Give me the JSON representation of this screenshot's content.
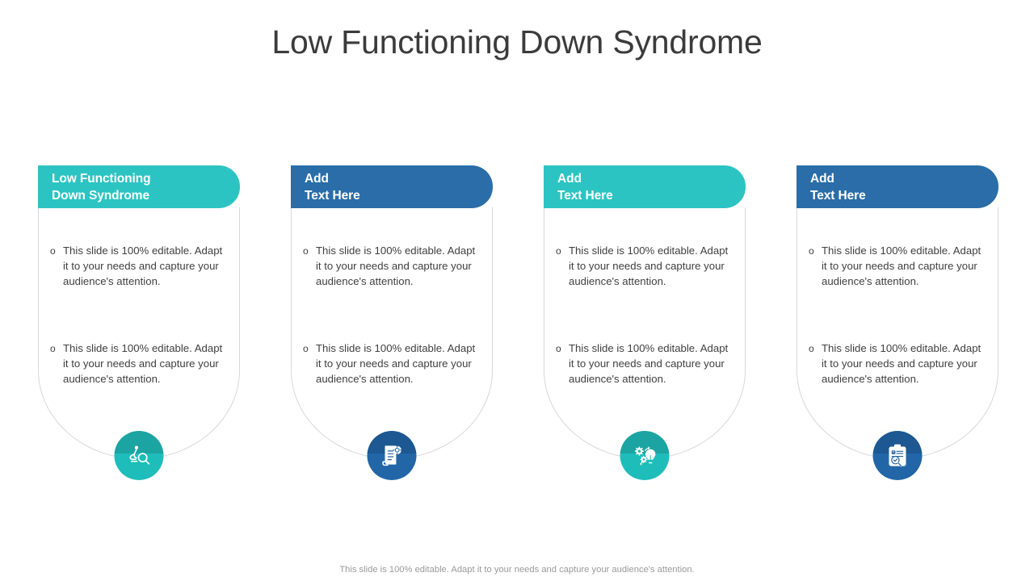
{
  "slide": {
    "title": "Low Functioning Down Syndrome",
    "footer_note": "This slide is 100% editable. Adapt it to your needs and capture your audience's attention.",
    "bullet_marker": "o"
  },
  "palette": {
    "teal": "#2CC4C2",
    "blue": "#2A6DA8",
    "icon_teal": "#1FBDBA",
    "icon_blue": "#2266A8",
    "title_color": "#3b3b3b",
    "body_text": "#404040",
    "footer_color": "#9a9a9a",
    "card_border": "#d8d8d8"
  },
  "cards": [
    {
      "header_line1": "Low Functioning",
      "header_line2": "Down Syndrome",
      "color": "#2CC4C2",
      "icon_color": "#1FBDBA",
      "icon_name": "research-microscope-magnifier-icon",
      "bullets": [
        "This slide is 100% editable. Adapt it to your needs and capture your audience's attention.",
        "This slide is 100% editable. Adapt it to your needs and capture your audience's attention."
      ]
    },
    {
      "header_line1": "Add",
      "header_line2": "Text Here",
      "color": "#2A6DA8",
      "icon_color": "#2266A8",
      "icon_name": "document-report-idea-icon",
      "bullets": [
        "This slide is 100% editable. Adapt it to your needs and capture your audience's attention.",
        "This slide is 100% editable. Adapt it to your needs and capture your audience's attention."
      ]
    },
    {
      "header_line1": "Add",
      "header_line2": "Text Here",
      "color": "#2CC4C2",
      "icon_color": "#1FBDBA",
      "icon_name": "gears-lightbulb-idea-icon",
      "bullets": [
        "This slide is 100% editable. Adapt it to your needs and capture your audience's attention.",
        "This slide is 100% editable. Adapt it to your needs and capture your audience's attention."
      ]
    },
    {
      "header_line1": "Add",
      "header_line2": "Text Here",
      "color": "#2A6DA8",
      "icon_color": "#2266A8",
      "icon_name": "clipboard-checklist-magnifier-icon",
      "bullets": [
        "This slide is 100% editable. Adapt it to your needs and capture your audience's attention.",
        "This slide is 100% editable. Adapt it to your needs and capture your audience's attention."
      ]
    }
  ]
}
